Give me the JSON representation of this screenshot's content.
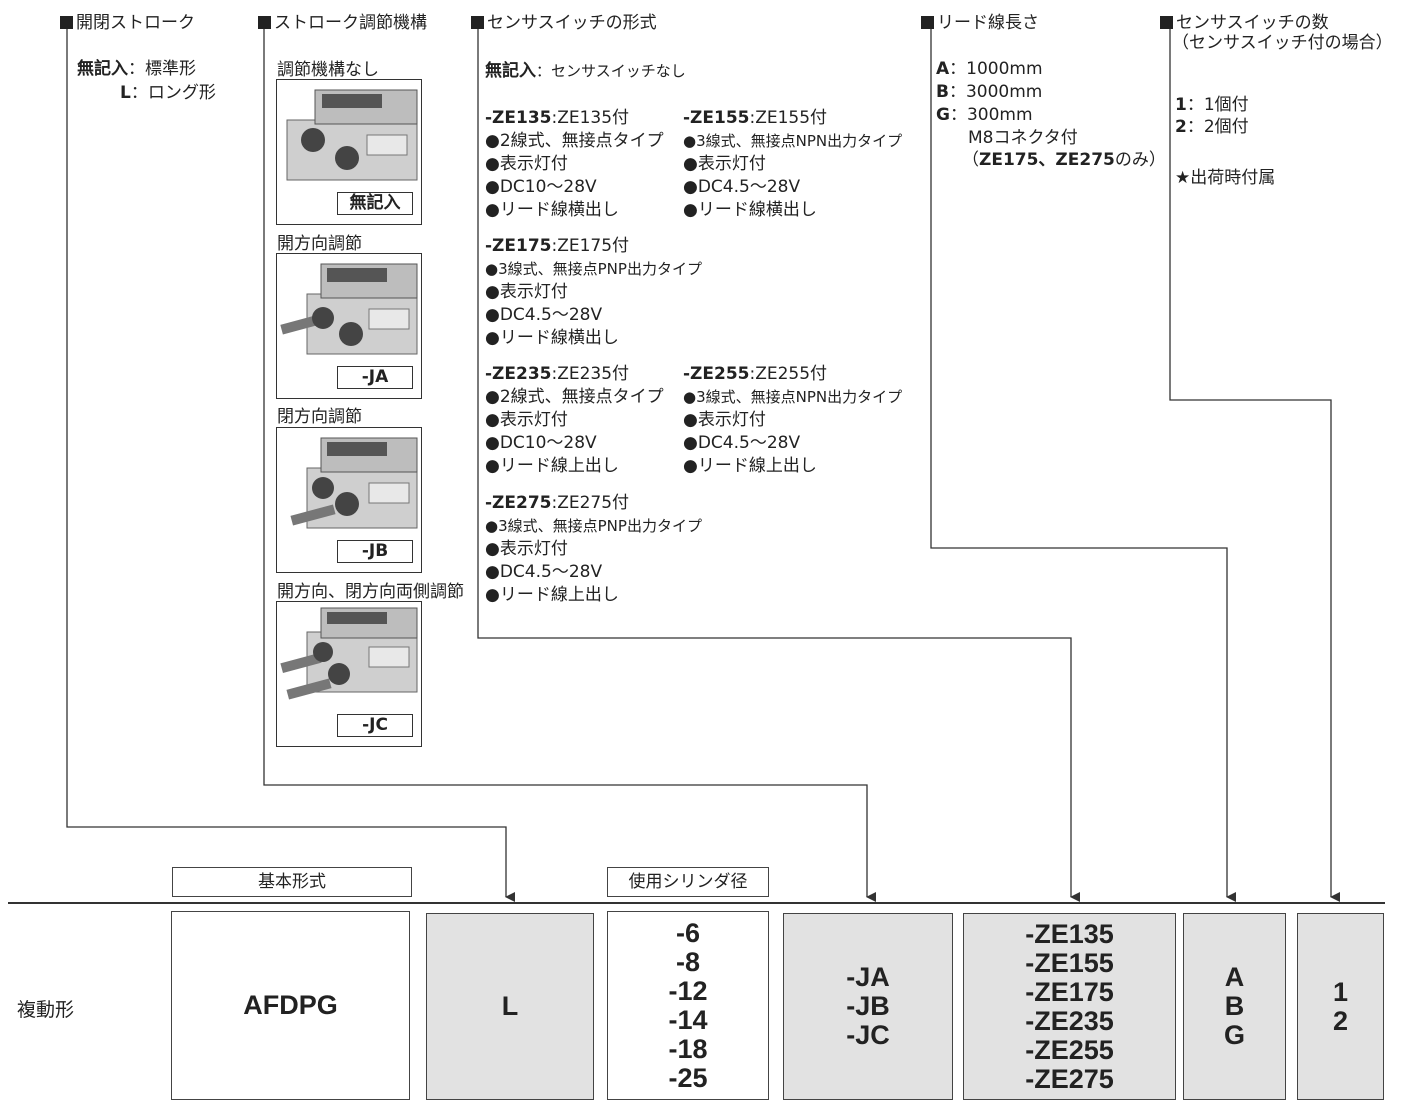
{
  "sections": {
    "stroke": {
      "title": "開閉ストローク",
      "opt1_key": "無記入",
      "opt1_val": "：標準形",
      "opt2_key": "L",
      "opt2_val": "：ロング形"
    },
    "adjust": {
      "title": "ストローク調節機構",
      "items": [
        {
          "caption": "調節機構なし",
          "label": "無記入"
        },
        {
          "caption": "開方向調節",
          "label": "-JA"
        },
        {
          "caption": "閉方向調節",
          "label": "-JB"
        },
        {
          "caption": "開方向、閉方向両側調節",
          "label": "-JC"
        }
      ]
    },
    "sensor": {
      "title": "センサスイッチの形式",
      "none_key": "無記入",
      "none_val": "：センサスイッチなし",
      "blocks": [
        {
          "key": "-ZE135",
          "name": ":ZE135付",
          "lines": [
            "●2線式、無接点タイプ",
            "●表示灯付",
            "●DC10～28V",
            "●リード線横出し"
          ]
        },
        {
          "key": "-ZE155",
          "name": ":ZE155付",
          "lines": [
            "●3線式、無接点NPN出力タイプ",
            "●表示灯付",
            "●DC4.5～28V",
            "●リード線横出し"
          ]
        },
        {
          "key": "-ZE175",
          "name": ":ZE175付",
          "lines": [
            "●3線式、無接点PNP出力タイプ",
            "●表示灯付",
            "●DC4.5～28V",
            "●リード線横出し"
          ]
        },
        {
          "key": "-ZE235",
          "name": ":ZE235付",
          "lines": [
            "●2線式、無接点タイプ",
            "●表示灯付",
            "●DC10～28V",
            "●リード線上出し"
          ]
        },
        {
          "key": "-ZE255",
          "name": ":ZE255付",
          "lines": [
            "●3線式、無接点NPN出力タイプ",
            "●表示灯付",
            "●DC4.5～28V",
            "●リード線上出し"
          ]
        },
        {
          "key": "-ZE275",
          "name": ":ZE275付",
          "lines": [
            "●3線式、無接点PNP出力タイプ",
            "●表示灯付",
            "●DC4.5～28V",
            "●リード線上出し"
          ]
        }
      ]
    },
    "lead": {
      "title": "リード線長さ",
      "a_key": "A",
      "a_val": "：1000mm",
      "b_key": "B",
      "b_val": "：3000mm",
      "g_key": "G",
      "g_val": "：300mm",
      "g_note1": "M8コネクタ付",
      "g_note2_pre": "（",
      "g_note2_bold": "ZE175、ZE275",
      "g_note2_post": "のみ）"
    },
    "count": {
      "title": "センサスイッチの数",
      "subtitle": "（センサスイッチ付の場合）",
      "one_key": "1",
      "one_val": "：1個付",
      "two_key": "2",
      "two_val": "：2個付",
      "note": "★出荷時付属"
    }
  },
  "headers": {
    "basic": "基本形式",
    "bore": "使用シリンダ径"
  },
  "row_label": "複動形",
  "boxes": {
    "model": "AFDPG",
    "stroke": "L",
    "bore": [
      "-6",
      "-8",
      "-12",
      "-14",
      "-18",
      "-25"
    ],
    "adjust": [
      "-JA",
      "-JB",
      "-JC"
    ],
    "sensor": [
      "-ZE135",
      "-ZE155",
      "-ZE175",
      "-ZE235",
      "-ZE255",
      "-ZE275"
    ],
    "lead": [
      "A",
      "B",
      "G"
    ],
    "count": [
      "1",
      "2"
    ]
  },
  "colors": {
    "gray_box": "#e2e2e2",
    "line": "#333333"
  }
}
